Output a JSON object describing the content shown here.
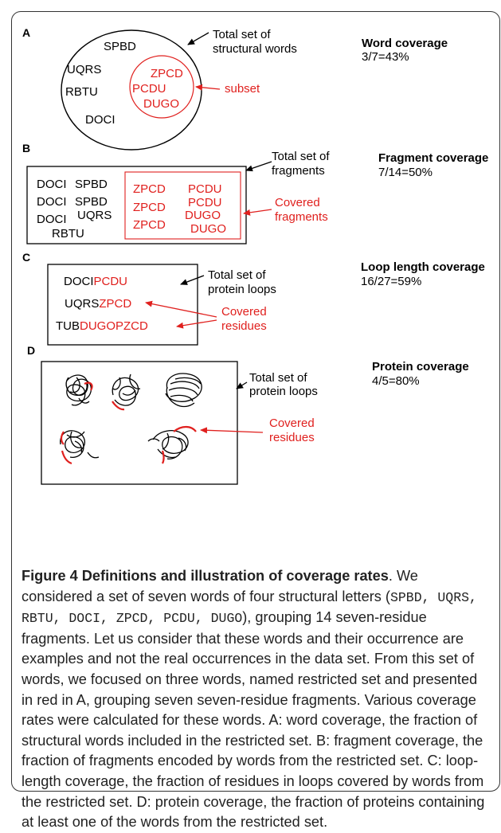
{
  "panelA": {
    "letter": "A",
    "words_outer": [
      "SPBD",
      "UQRS",
      "RBTU",
      "DOCI"
    ],
    "words_subset": [
      "ZPCD",
      "PCDU",
      "DUGO"
    ],
    "total_label": [
      "Total set of",
      "structural words"
    ],
    "subset_label": "subset",
    "metric_title": "Word coverage",
    "metric_value": "3/7=43%"
  },
  "panelB": {
    "letter": "B",
    "words_left": [
      "DOCI",
      "SPBD",
      "DOCI",
      "SPBD",
      "DOCI",
      "UQRS",
      "RBTU"
    ],
    "words_covered": [
      "ZPCD",
      "PCDU",
      "ZPCD",
      "PCDU",
      "ZPCD",
      "DUGO",
      "DUGO"
    ],
    "total_label": [
      "Total set of",
      "fragments"
    ],
    "covered_label": [
      "Covered",
      "fragments"
    ],
    "metric_title": "Fragment coverage",
    "metric_value": "7/14=50%"
  },
  "panelC": {
    "letter": "C",
    "loops": [
      {
        "black": "DOCI",
        "red": "PCDU"
      },
      {
        "black": "UQRS",
        "red": "ZPCD"
      },
      {
        "black": "TUB",
        "red": "DUGOPZCD"
      }
    ],
    "total_label": [
      "Total set of",
      "protein loops"
    ],
    "covered_label": [
      "Covered",
      "residues"
    ],
    "metric_title": "Loop length coverage",
    "metric_value": "16/27=59%"
  },
  "panelD": {
    "letter": "D",
    "total_label": [
      "Total set of",
      "protein loops"
    ],
    "covered_label": [
      "Covered",
      "residues"
    ],
    "metric_title": "Protein coverage",
    "metric_value": "4/5=80%"
  },
  "colors": {
    "red": "#e0201e",
    "black": "#000000",
    "caption": "#222222"
  },
  "caption": {
    "title": "Figure 4 Definitions and illustration of coverage rates",
    "p1": ". We considered a set of seven words of four structural letters (",
    "words": "SPBD, UQRS, RBTU, DOCI, ZPCD, PCDU, DUGO",
    "p2": "), grouping 14 seven-residue fragments. Let us consider that these words and their occurrence are examples and not the real occurrences in the data set. From this set of words, we focused on three words, named restricted set and presented in red in A, grouping seven seven-residue fragments. Various coverage rates were calculated for these words. A: word coverage, the fraction of structural words included in the restricted set. B: fragment coverage, the fraction of fragments encoded by words from the restricted set. C: loop-length coverage, the fraction of residues in loops covered by words from the restricted set. D: protein coverage, the fraction of proteins containing at least one of the words from the restricted set."
  }
}
